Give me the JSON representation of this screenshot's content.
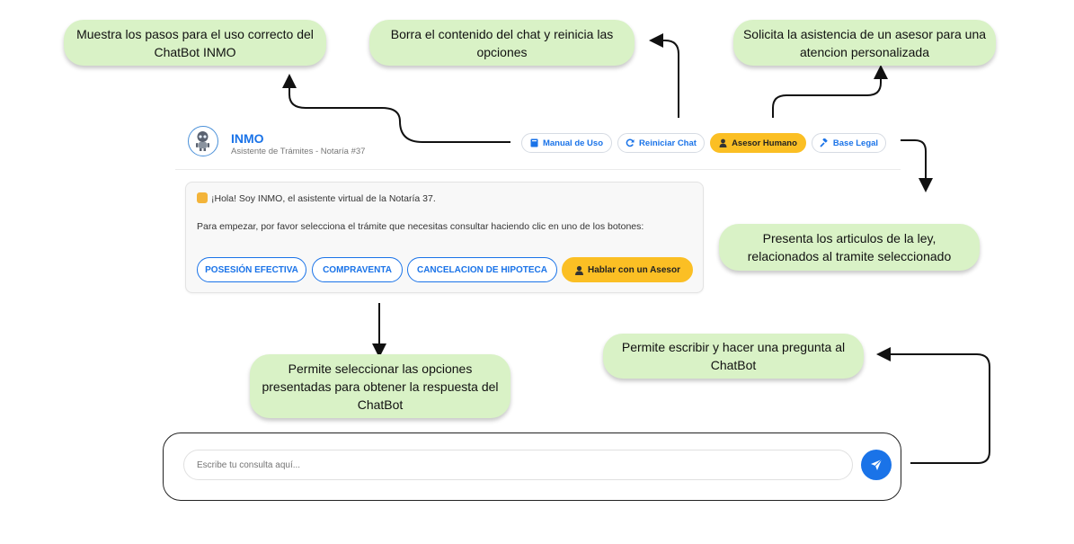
{
  "app": {
    "name": "INMO",
    "subtitle": "Asistente de Trámites - Notaría #37"
  },
  "header_buttons": [
    {
      "label": "Manual de Uso",
      "icon": "book-icon"
    },
    {
      "label": "Reiniciar Chat",
      "icon": "refresh-icon"
    },
    {
      "label": "Asesor Humano",
      "icon": "person-icon"
    },
    {
      "label": "Base Legal",
      "icon": "gavel-icon"
    }
  ],
  "message": {
    "greeting": "¡Hola! Soy INMO, el asistente virtual de la Notaría 37.",
    "instruction": "Para empezar, por favor selecciona el trámite que necesitas consultar haciendo clic en uno de los botones:",
    "options": [
      "POSESIÓN EFECTIVA",
      "COMPRAVENTA",
      "CANCELACION DE HIPOTECA",
      "Hablar con un Asesor"
    ]
  },
  "input": {
    "placeholder": "Escribe tu consulta aquí..."
  },
  "callouts": {
    "manual": "Muestra los pasos para el uso correcto del ChatBot INMO",
    "reiniciar": "Borra el contenido del chat y reinicia las opciones",
    "asesor": "Solicita la asistencia de un asesor para una atencion personalizada",
    "base_legal": "Presenta los articulos de la ley, relacionados al tramite seleccionado",
    "opciones": "Permite seleccionar las opciones presentadas para obtener la respuesta del ChatBot",
    "escribir": "Permite escribir y hacer una pregunta al ChatBot"
  },
  "colors": {
    "accent": "#1a73e8",
    "warning": "#fbbf24",
    "callout_bg": "#d9f2c6"
  }
}
